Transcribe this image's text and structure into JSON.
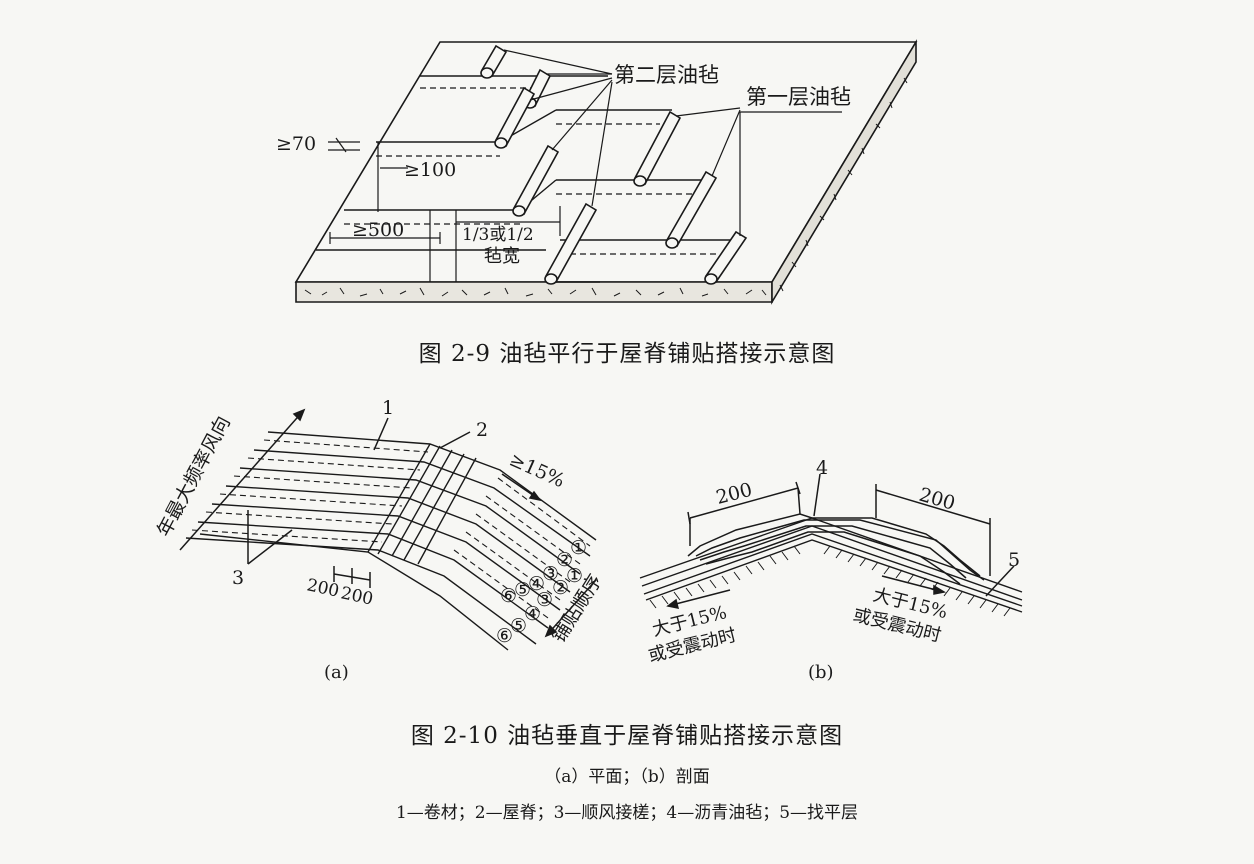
{
  "figure_2_9": {
    "caption": "图 2-9   油毡平行于屋脊铺贴搭接示意图",
    "label_second_layer": "第二层油毡",
    "label_first_layer": "第一层油毡",
    "dim_70": "≥70",
    "dim_100": "≥100",
    "dim_500": "≥500",
    "dim_fraction": "1/3或1/2",
    "dim_felt_width": "毡宽"
  },
  "figure_2_10": {
    "caption": "图 2-10   油毡垂直于屋脊铺贴搭接示意图",
    "subcaption": "（a）平面；（b）剖面",
    "legend": "1—卷材；2—屋脊；3—顺风接槎；4—沥青油毡；5—找平层",
    "panel_a": {
      "label": "(a)",
      "wind_direction": "年最大频率风向",
      "slope": "≥15%",
      "order_text": "铺贴顺序",
      "callout_1": "1",
      "callout_2": "2",
      "callout_3": "3",
      "dim_200_a": "200",
      "dim_200_b": "200",
      "order_top": [
        "⑥",
        "⑤",
        "④",
        "③",
        "②",
        "①"
      ],
      "order_bottom": [
        "⑥",
        "⑤",
        "④",
        "③",
        "②",
        "①"
      ]
    },
    "panel_b": {
      "label": "(b)",
      "dim_left": "200",
      "dim_right": "200",
      "callout_4": "4",
      "callout_5": "5",
      "note_left_1": "大于15%",
      "note_left_2": "或受震动时",
      "note_right_1": "大于15%",
      "note_right_2": "或受震动时"
    }
  }
}
